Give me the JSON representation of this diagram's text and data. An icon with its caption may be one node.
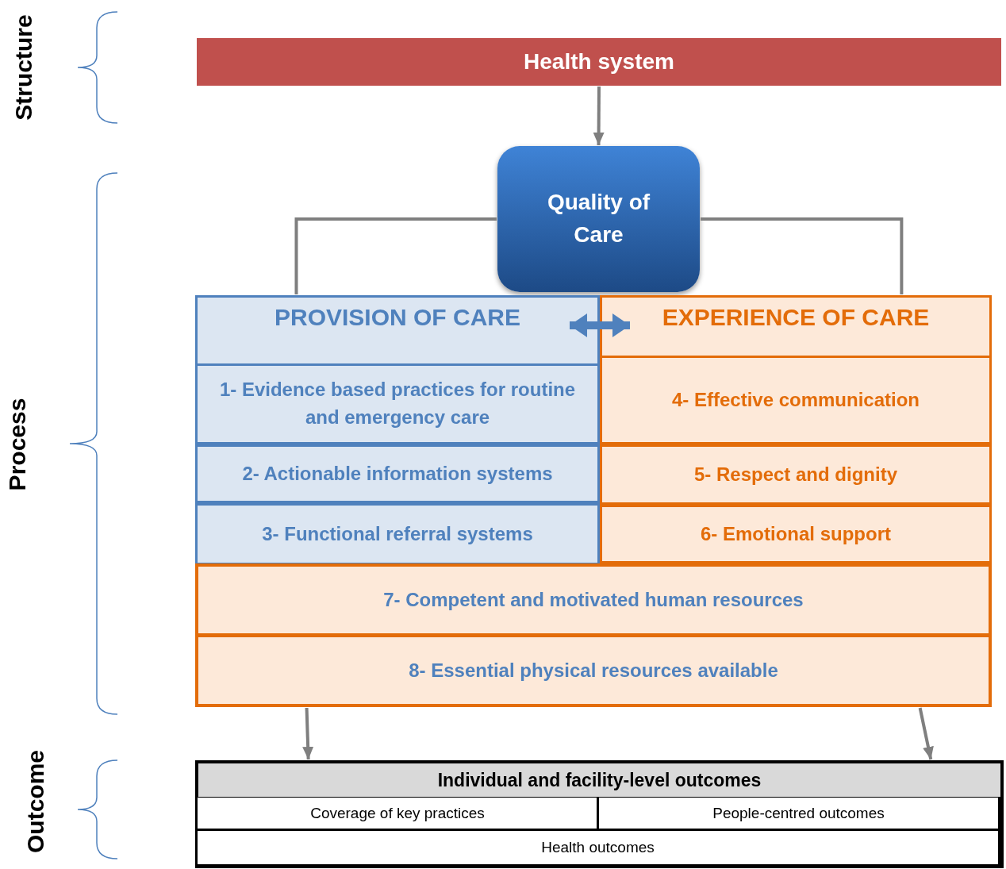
{
  "diagram": {
    "nodes": [
      {
        "text": [
          "Health system"
        ]
      },
      {
        "text": [
          "Quality of Care"
        ]
      },
      {
        "text": [
          "PROVISION OF CARE"
        ]
      },
      {
        "text": [
          "1- Evidence based practices for routine and emergency care"
        ],
        "in": 2
      },
      {
        "text": [
          "2- Actionable information systems"
        ],
        "in": 2
      },
      {
        "text": [
          "3- Functional referral systems"
        ],
        "in": 2
      },
      {
        "text": [
          "EXPERIENCE OF CARE"
        ]
      },
      {
        "text": [
          "4- Effective communication"
        ],
        "in": 6
      },
      {
        "text": [
          "5- Respect and dignity"
        ],
        "in": 6
      },
      {
        "text": [
          "6- Emotional support"
        ],
        "in": 6
      },
      {
        "text": [
          "7- Competent and motivated human resources"
        ]
      },
      {
        "text": [
          "8- Essential physical resources available"
        ]
      },
      {
        "text": [
          "Individual and facility-level outcomes"
        ]
      },
      {
        "text": [
          "Coverage of key practices"
        ],
        "in": 12
      },
      {
        "text": [
          "People-centred outcomes"
        ],
        "in": 12
      },
      {
        "text": [
          "Health outcomes"
        ],
        "in": 12
      }
    ],
    "edges": [
      {
        "from": 0,
        "to": 1,
        "arrow": "to"
      },
      {
        "from": 1,
        "to": 2,
        "arrow": "none"
      },
      {
        "from": 1,
        "to": 6,
        "arrow": "none"
      },
      {
        "from": 2,
        "to": 6,
        "arrow": "both",
        "style": "thick",
        "color": "#4f81bd"
      },
      {
        "from": 11,
        "to": 12,
        "arrow": "to"
      },
      {
        "from": 11,
        "to": 12,
        "arrow": "to"
      }
    ],
    "labels": [
      "Structure",
      "Process",
      "Outcome"
    ]
  }
}
